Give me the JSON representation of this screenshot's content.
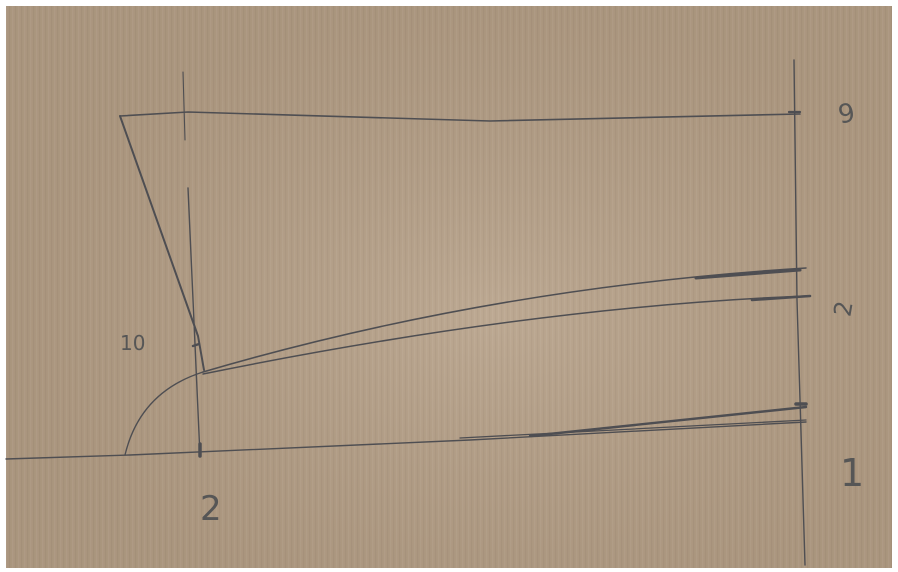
{
  "photo": {
    "background_color": "#b59f86",
    "pencil_color": "#4e4e52",
    "labels": {
      "top_right": "9",
      "middle_right": "2",
      "bottom_right": "1",
      "left_measure": "10",
      "bottom_center": "2"
    }
  }
}
